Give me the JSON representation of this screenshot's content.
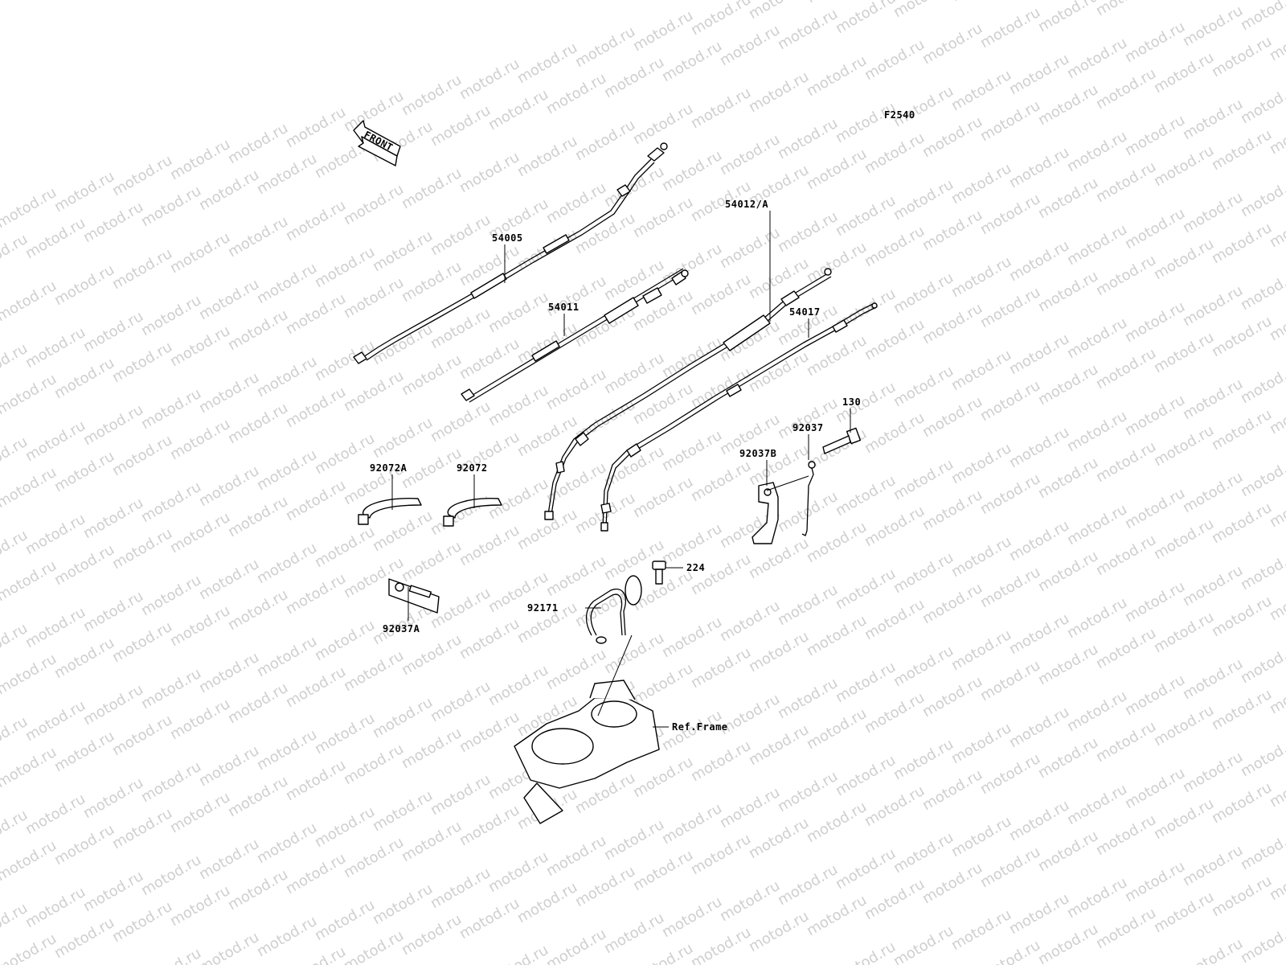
{
  "figure_code": "F2540",
  "watermark": "motod.ru",
  "direction_marker": "FRONT",
  "parts": [
    {
      "id": "54005",
      "label": "54005"
    },
    {
      "id": "54011",
      "label": "54011"
    },
    {
      "id": "54012",
      "label": "54012/A"
    },
    {
      "id": "54017",
      "label": "54017"
    },
    {
      "id": "130",
      "label": "130"
    },
    {
      "id": "92037",
      "label": "92037"
    },
    {
      "id": "92037B",
      "label": "92037B"
    },
    {
      "id": "92072A",
      "label": "92072A"
    },
    {
      "id": "92072",
      "label": "92072"
    },
    {
      "id": "224",
      "label": "224"
    },
    {
      "id": "92171",
      "label": "92171"
    },
    {
      "id": "92037A",
      "label": "92037A"
    },
    {
      "id": "ref-frame",
      "label": "Ref.Frame"
    }
  ]
}
